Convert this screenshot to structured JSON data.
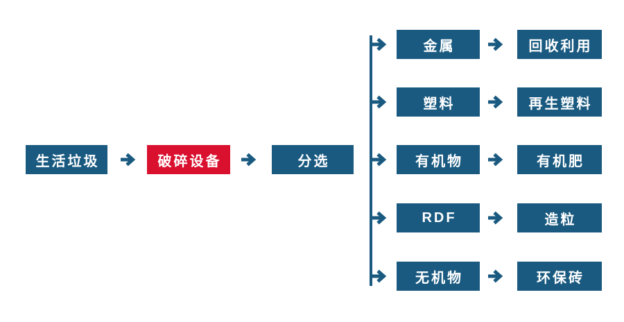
{
  "diagram": {
    "type": "flowchart",
    "background": "#ffffff",
    "colors": {
      "node_blue": "#1a5a80",
      "node_red": "#d9112f",
      "arrow_blue": "#1a5a80",
      "text_white": "#ffffff"
    },
    "icons": {
      "arrow_right_glyph": "→"
    },
    "main_flow": [
      {
        "label": "生活垃圾",
        "color": "blue"
      },
      {
        "label": "破碎设备",
        "color": "red"
      },
      {
        "label": "分选",
        "color": "blue"
      }
    ],
    "branches": [
      {
        "source": "金属",
        "result": "回收利用"
      },
      {
        "source": "塑料",
        "result": "再生塑料"
      },
      {
        "source": "有机物",
        "result": "有机肥"
      },
      {
        "source": "RDF",
        "result": "造粒"
      },
      {
        "source": "无机物",
        "result": "环保砖"
      }
    ]
  }
}
